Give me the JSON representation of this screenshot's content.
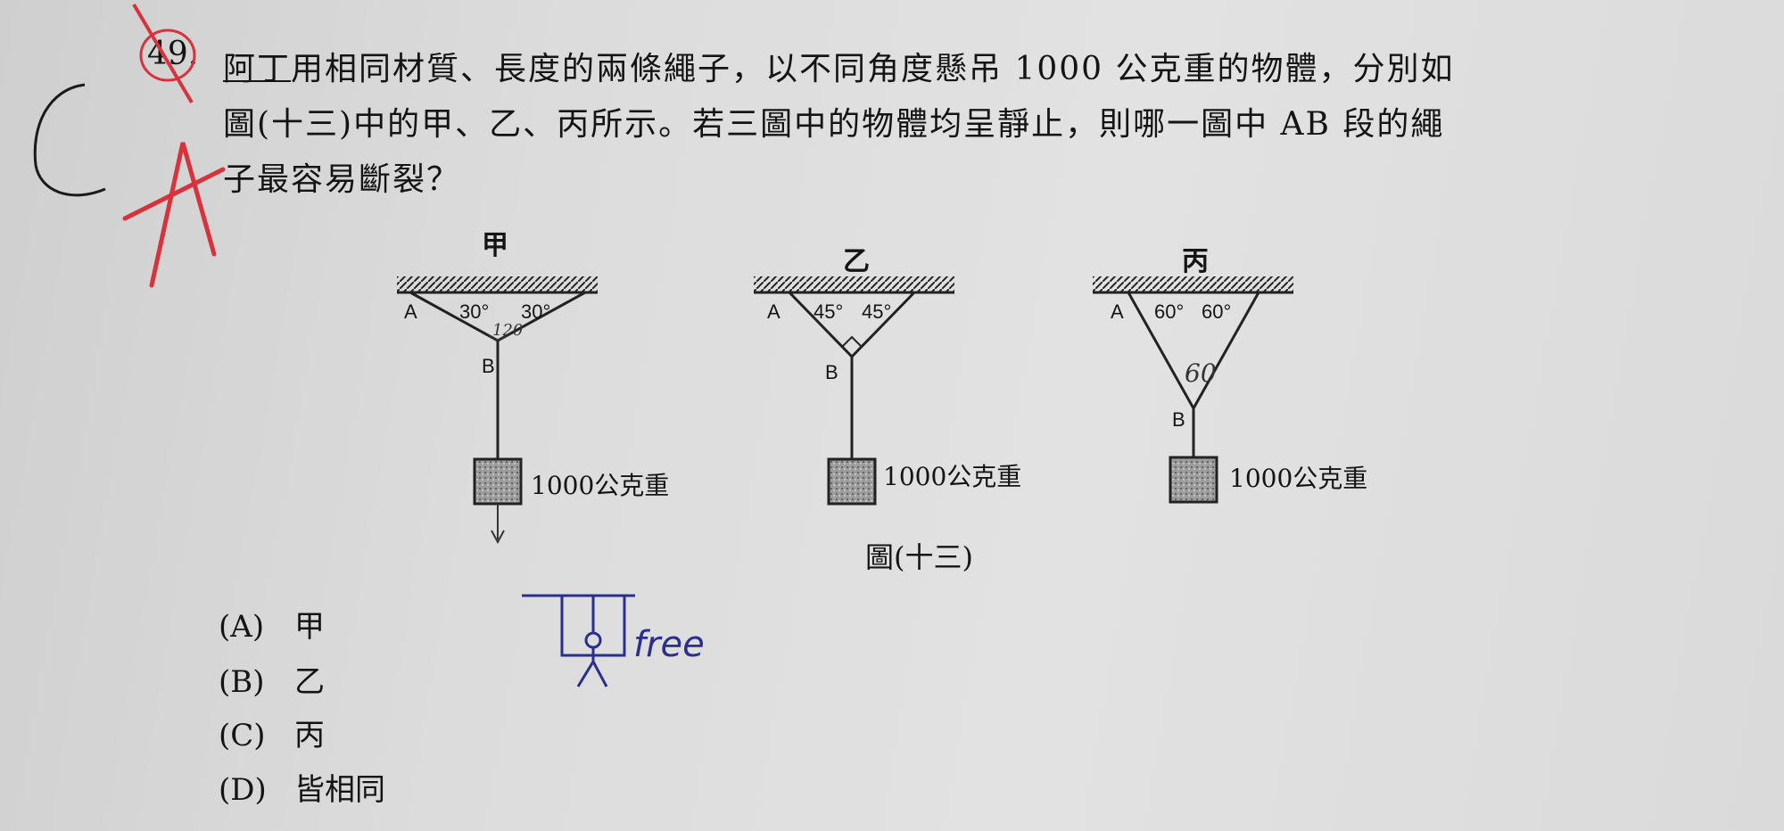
{
  "question": {
    "number": "49.",
    "name": "阿丁",
    "line1_rest": "用相同材質、長度的兩條繩子，以不同角度懸吊 1000 公克重的物體，分別如",
    "line2": "圖(十三)中的甲、乙、丙所示。若三圖中的物體均呈靜止，則哪一圖中 AB 段的繩",
    "line3": "子最容易斷裂？"
  },
  "figures": [
    {
      "label": "甲",
      "angle_left": "30°",
      "angle_right": "30°",
      "point_a": "A",
      "point_b": "B",
      "weight": "1000公克重"
    },
    {
      "label": "乙",
      "angle_left": "45°",
      "angle_right": "45°",
      "point_a": "A",
      "point_b": "B",
      "weight": "1000公克重"
    },
    {
      "label": "丙",
      "angle_left": "60°",
      "angle_right": "60°",
      "point_a": "A",
      "point_b": "B",
      "weight": "1000公克重"
    }
  ],
  "caption": "圖(十三)",
  "options": [
    {
      "letter": "(A)",
      "text": "甲"
    },
    {
      "letter": "(B)",
      "text": "乙"
    },
    {
      "letter": "(C)",
      "text": "丙"
    },
    {
      "letter": "(D)",
      "text": "皆相同"
    }
  ],
  "handwriting": {
    "red_answer": "A",
    "black_answer": "C",
    "angle_note_1": "120",
    "angle_note_2": "60",
    "blue_note": "free"
  },
  "colors": {
    "ink": "#141414",
    "red_pen": "#d8333d",
    "blue_pen": "#2a2f8f"
  }
}
